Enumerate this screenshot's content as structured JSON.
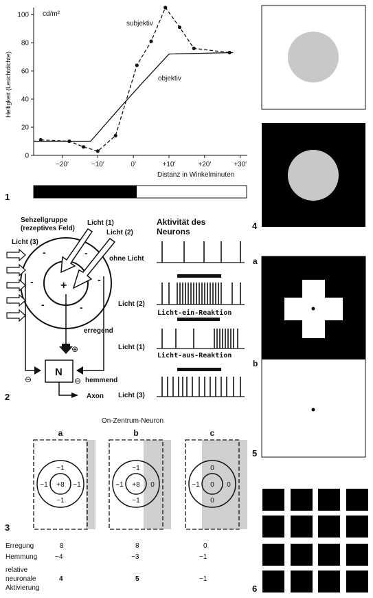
{
  "chart_data": {
    "type": "line",
    "ylabel": "Helligkeit (Leuchtdichte)",
    "yunit": "cd/m²",
    "xlabel": "Distanz in Winkelminuten",
    "ylim": [
      0,
      105
    ],
    "xlim": [
      -28,
      32
    ],
    "yticks": [
      "0",
      "20",
      "40",
      "60",
      "80",
      "100"
    ],
    "xticks": [
      "−20′",
      "−10′",
      "0′",
      "+10′",
      "+20′",
      "+30′"
    ],
    "series": [
      {
        "name": "subjektiv",
        "style": "dashed",
        "x": [
          -26,
          -18,
          -14,
          -10,
          -5,
          1,
          5,
          9,
          13,
          17,
          27
        ],
        "y": [
          11,
          10,
          6,
          3,
          14,
          64,
          81,
          105,
          91,
          76,
          73
        ]
      },
      {
        "name": "objektiv",
        "style": "solid",
        "x": [
          -28,
          -12,
          -3,
          2,
          10,
          28
        ],
        "y": [
          10,
          10,
          36,
          50,
          72,
          73
        ]
      }
    ]
  },
  "fig1": {
    "num": "1"
  },
  "fig2": {
    "num": "2",
    "title": "Sehzellgruppe",
    "subtitle": "(rezeptives Feld)",
    "licht1": "Licht (1)",
    "licht2": "Licht (2)",
    "licht3": "Licht (3)",
    "activity_title_1": "Aktivität des",
    "activity_title_2": "Neurons",
    "row_ohne": "ohne Licht",
    "row_l2": "Licht (2)",
    "row_l1": "Licht (1)",
    "row_l3": "Licht (3)",
    "ein": "Licht-ein-Reaktion",
    "aus": "Licht-aus-Reaktion",
    "erregend": "erregend",
    "hemmend": "hemmend",
    "axon": "Axon",
    "neuron": "N",
    "plus": "+",
    "minus": "-",
    "oplus": "⊕",
    "ominus": "⊖"
  },
  "fig3": {
    "num": "3",
    "title": "On-Zentrum-Neuron",
    "panels": [
      {
        "label": "a",
        "top": "−1",
        "left": "−1",
        "center": "+8",
        "right": "−1",
        "bottom": "−1"
      },
      {
        "label": "b",
        "top": "−1",
        "left": "−1",
        "center": "+8",
        "right": "0",
        "bottom": "−1"
      },
      {
        "label": "c",
        "top": "0",
        "left": "−1",
        "center": "0",
        "right": "0",
        "bottom": "0"
      }
    ],
    "rows": [
      {
        "label": "Erregung",
        "values": [
          "8",
          "8",
          "0"
        ]
      },
      {
        "label": "Hemmung",
        "values": [
          "−4",
          "−3",
          "−1"
        ]
      }
    ],
    "activation_label": [
      "relative",
      "neuronale",
      "Aktivierung"
    ],
    "activation_values": [
      "4",
      "5",
      "−1"
    ]
  },
  "fig4": {
    "num": "4"
  },
  "fig5": {
    "num": "5",
    "a": "a",
    "b": "b"
  },
  "fig6": {
    "num": "6"
  }
}
